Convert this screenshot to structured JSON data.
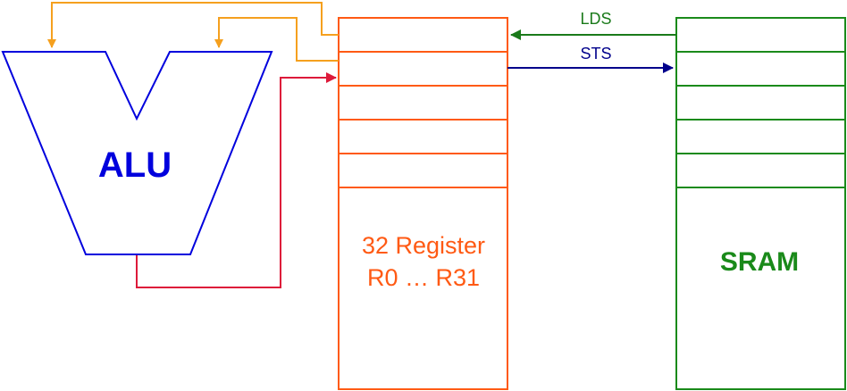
{
  "diagram": {
    "alu": {
      "label": "ALU",
      "color": "#0000dd"
    },
    "registers": {
      "label_line1": "32 Register",
      "label_line2": "R0 … R31",
      "color": "#ff5a14",
      "small_rows": 5
    },
    "sram": {
      "label": "SRAM",
      "color": "#1a8a1a",
      "small_rows": 5
    },
    "arrows": {
      "lds": {
        "label": "LDS",
        "color": "#1a7a1a",
        "direction": "SRAM to Register"
      },
      "sts": {
        "label": "STS",
        "color": "#00008b",
        "direction": "Register to SRAM"
      },
      "operand_feed_color": "#f5a01e",
      "result_feed_color": "#dd1a3a"
    }
  }
}
